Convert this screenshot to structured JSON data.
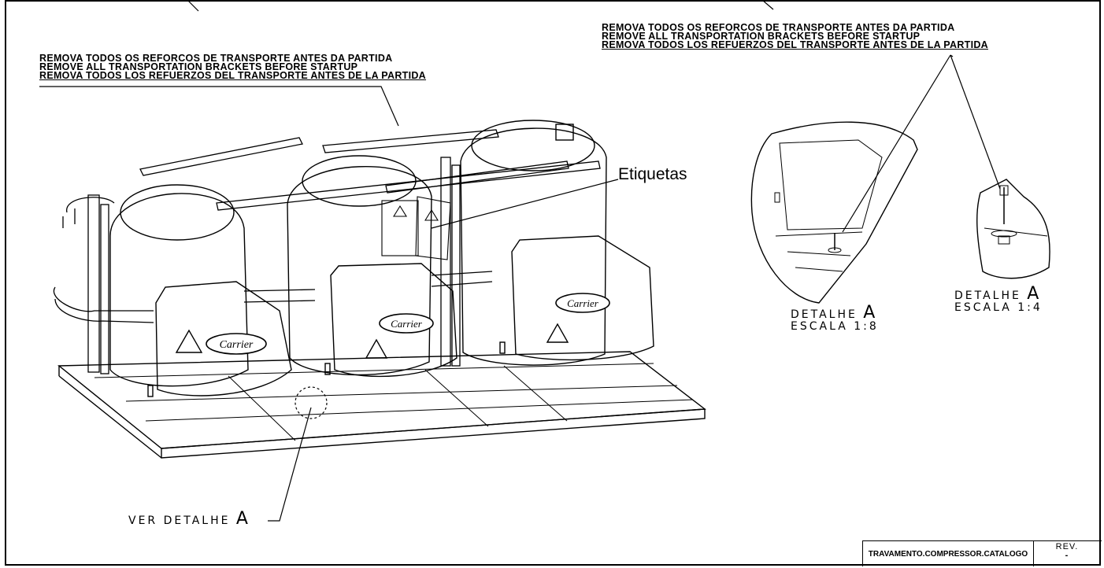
{
  "notes": {
    "left": [
      "REMOVA TODOS OS REFORCOS DE TRANSPORTE ANTES DA PARTIDA",
      "REMOVE ALL TRANSPORTATION BRACKETS BEFORE STARTUP",
      "REMOVA TODOS LOS REFUERZOS DEL TRANSPORTE ANTES DE LA PARTIDA"
    ],
    "right": [
      "REMOVA TODOS OS REFORCOS DE TRANSPORTE ANTES DA PARTIDA",
      "REMOVE ALL TRANSPORTATION BRACKETS BEFORE STARTUP",
      "REMOVA TODOS LOS REFUERZOS DEL TRANSPORTE ANTES DE LA PARTIDA"
    ]
  },
  "labels": {
    "etiquetas": "Etiquetas",
    "ver_detalhe": "VER DETALHE",
    "ver_detalhe_letter": "A"
  },
  "details": {
    "d1": {
      "name": "DETALHE",
      "letter": "A",
      "scale": "ESCALA 1:8"
    },
    "d2": {
      "name": "DETALHE",
      "letter": "A",
      "scale": "ESCALA 1:4"
    }
  },
  "brand": {
    "logo_text": "Carrier"
  },
  "title_block": {
    "drawing_name": "TRAVAMENTO.COMPRESSOR.CATALOGO",
    "rev_label": "REV.",
    "rev_value": "-"
  }
}
